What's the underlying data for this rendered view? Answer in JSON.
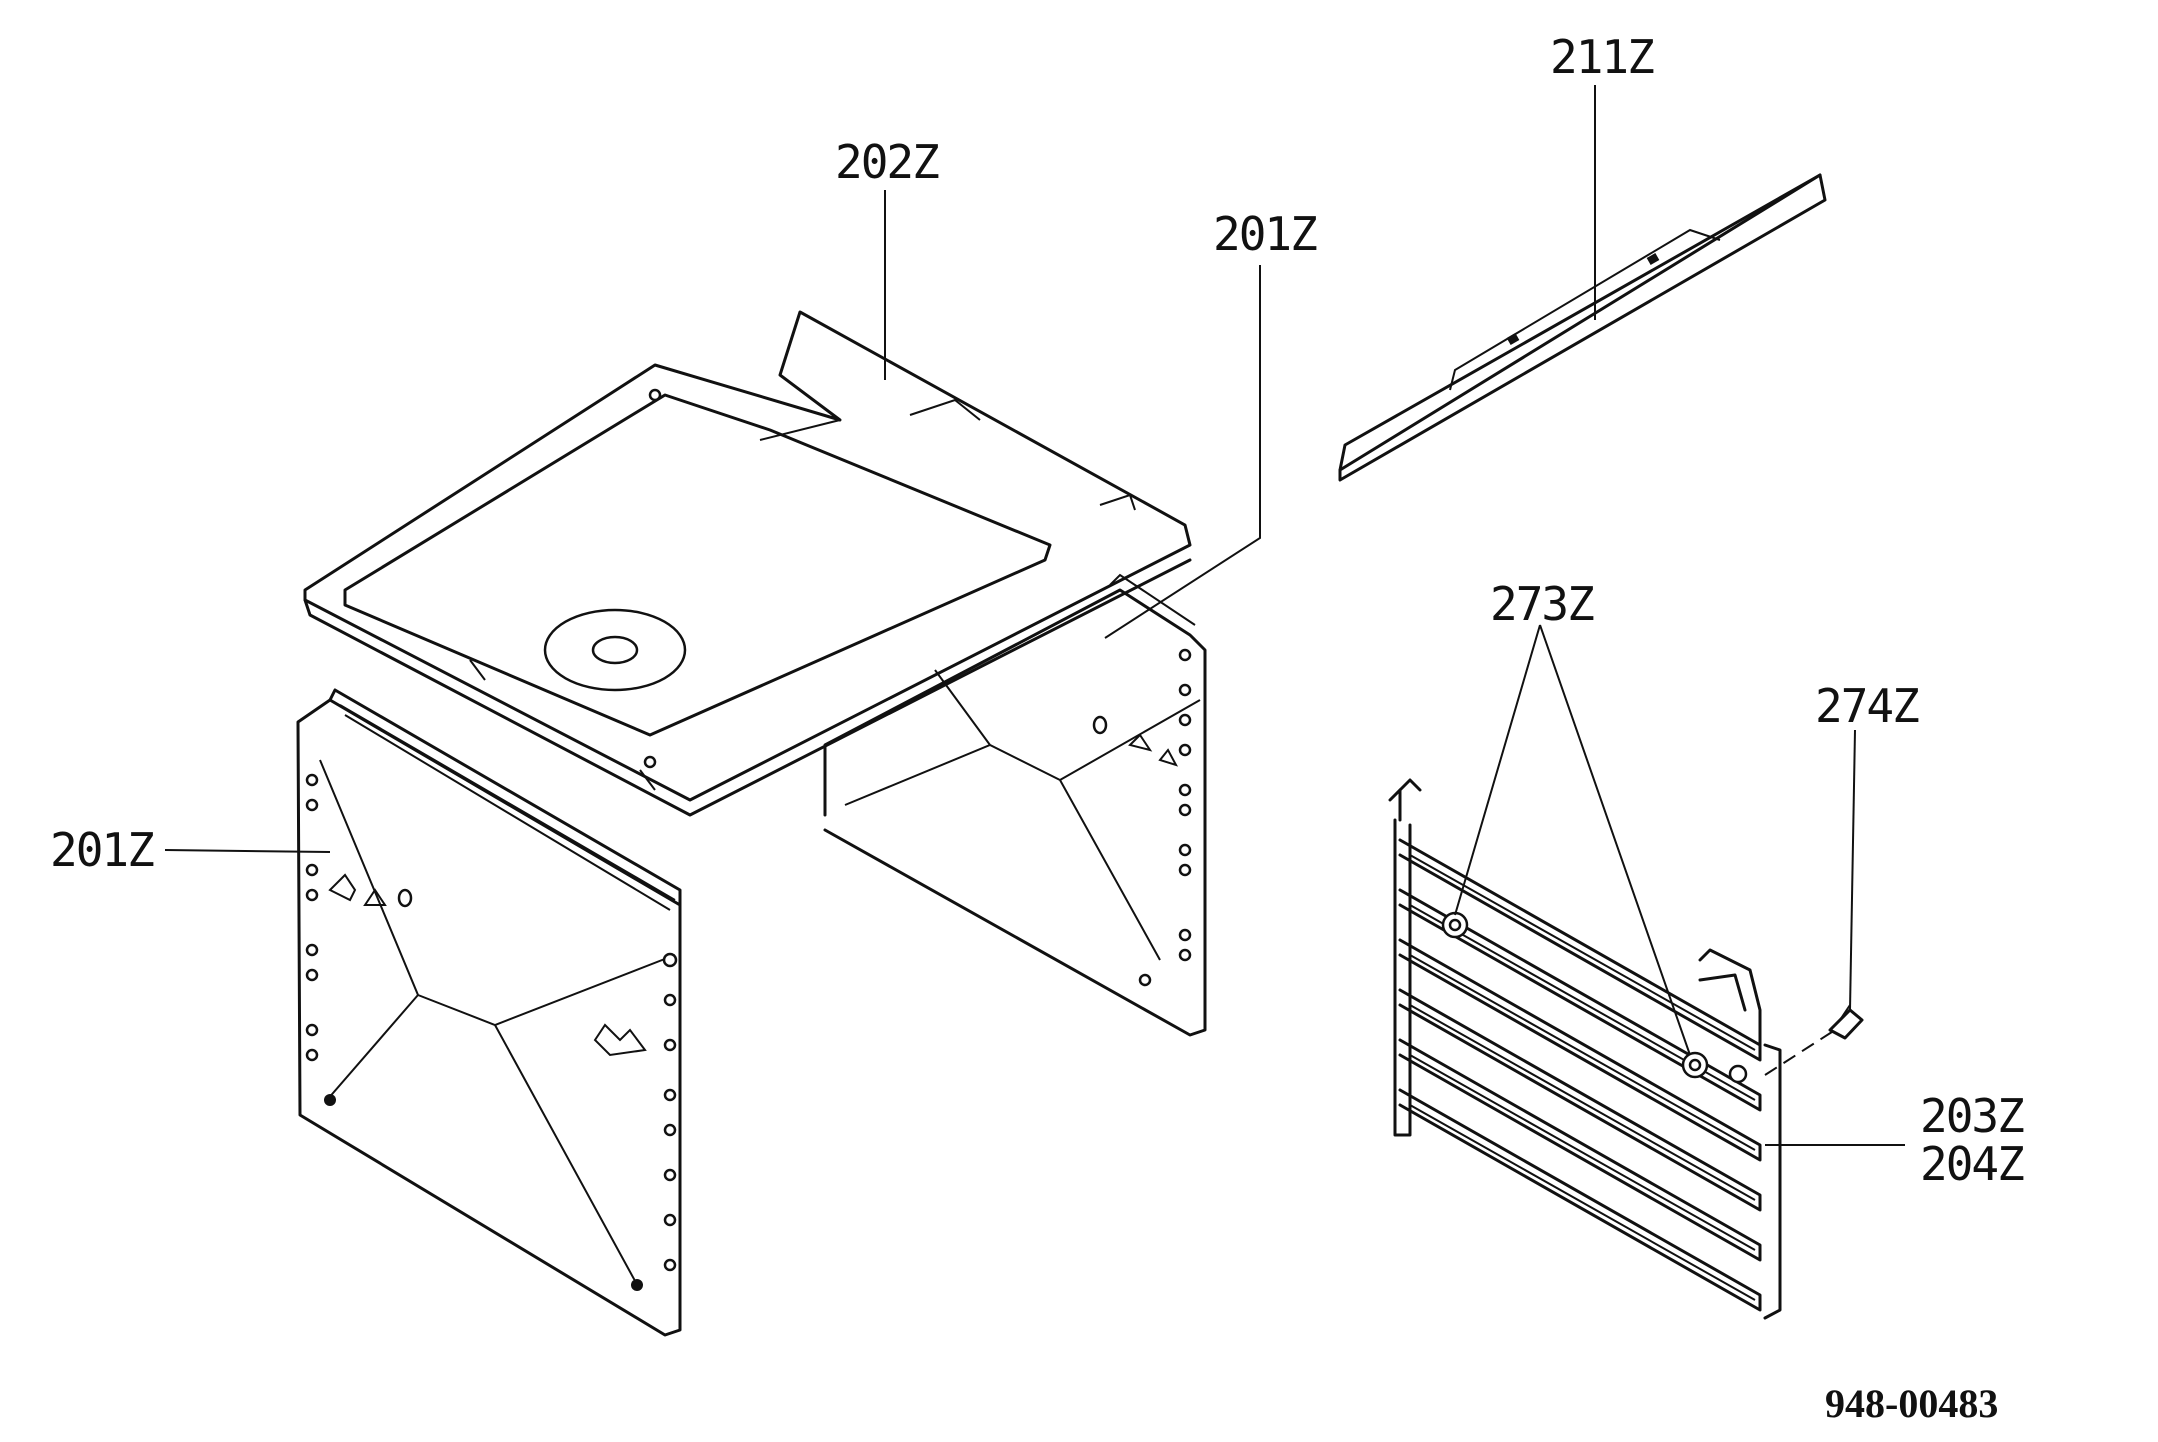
{
  "labels": {
    "p202": "202Z",
    "p201_top": "201Z",
    "p211": "211Z",
    "p201_left": "201Z",
    "p273": "273Z",
    "p274": "274Z",
    "p203": "203Z",
    "p204": "204Z"
  },
  "drawing_number": "948-00483"
}
